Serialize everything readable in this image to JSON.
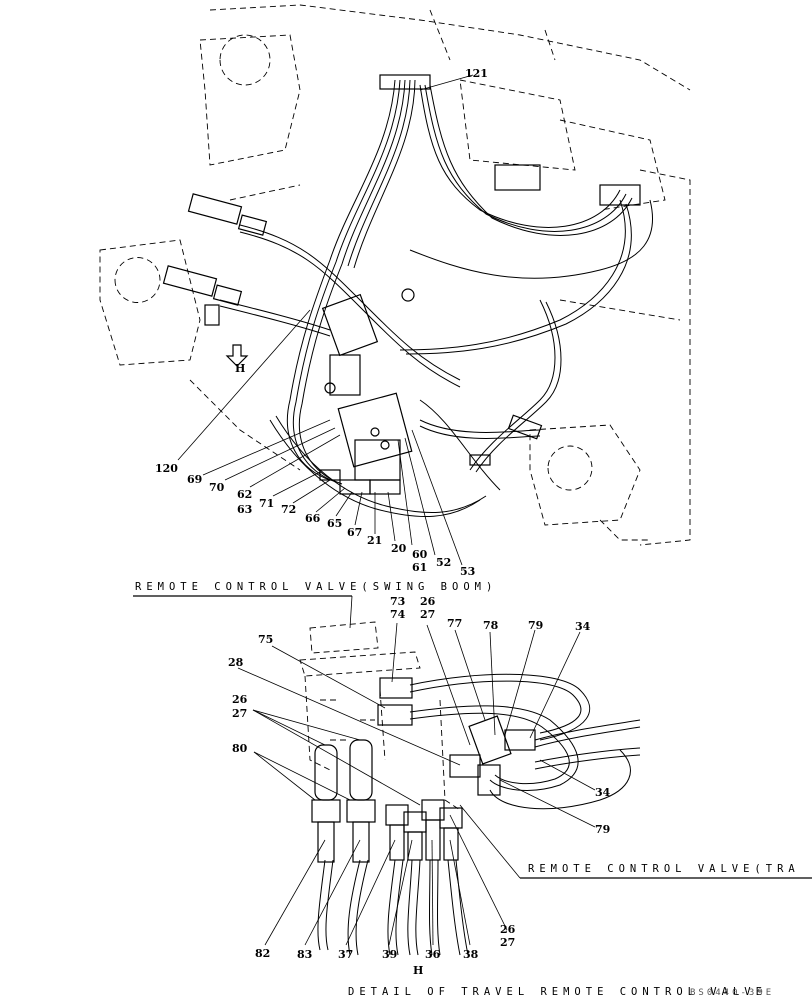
{
  "diagram": {
    "callouts_top": [
      "121",
      "120",
      "69",
      "70",
      "62",
      "63",
      "71",
      "72",
      "66",
      "65",
      "67",
      "21",
      "20",
      "60",
      "61",
      "52",
      "53"
    ],
    "callouts_bottom": [
      "73",
      "74",
      "26",
      "27",
      "75",
      "77",
      "78",
      "79",
      "34",
      "28",
      "26",
      "27",
      "80",
      "34",
      "79",
      "26",
      "27",
      "82",
      "83",
      "37",
      "39",
      "36",
      "38"
    ],
    "view_marker_top": "H",
    "view_marker_bottom": "H",
    "caption_swing_boom": "REMOTE CONTROL VALVE(SWING BOOM)",
    "caption_travel": "REMOTE CONTROL VALVE(TRA",
    "caption_detail": "DETAIL OF TRAVEL REMOTE CONTROL VALVE",
    "drawing_code": "BS0440-39E"
  }
}
